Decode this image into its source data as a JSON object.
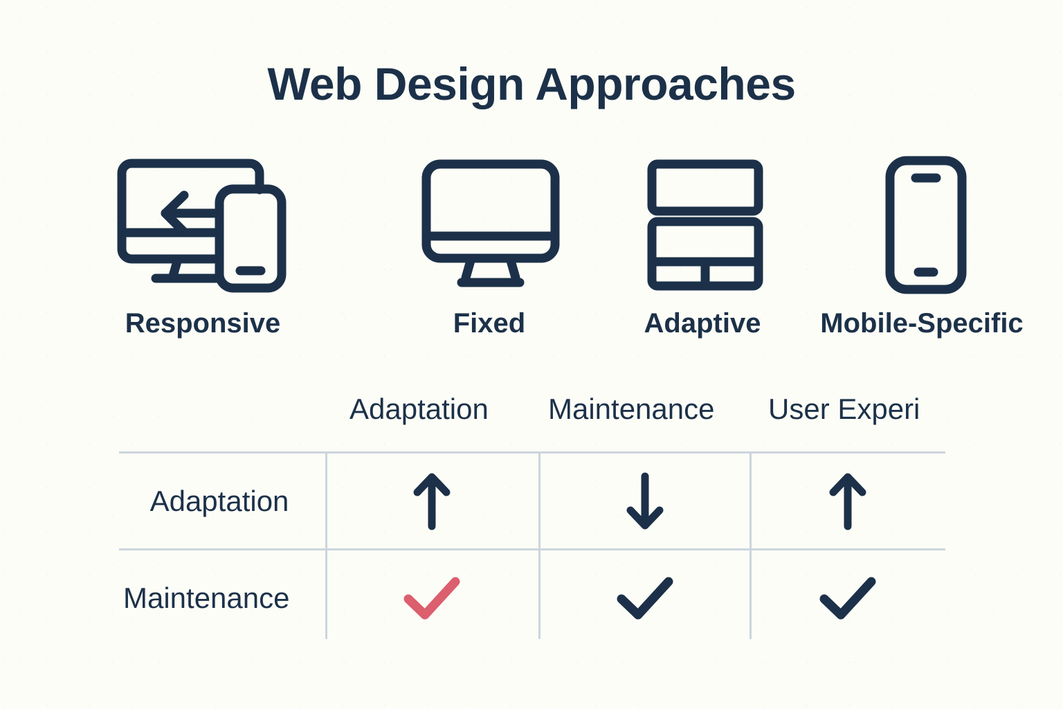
{
  "title": "Web Design Approaches",
  "colors": {
    "ink": "#1c3149",
    "background": "#fdfdf7",
    "grid_line": "#ccd4de",
    "accent_red": "#dc5f6e"
  },
  "approaches": [
    {
      "label": "Responsive",
      "icon": "monitor-arrow-phone-icon"
    },
    {
      "label": "Fixed",
      "icon": "desktop-monitor-icon"
    },
    {
      "label": "Adaptive",
      "icon": "layout-blocks-icon"
    },
    {
      "label": "Mobile-Specific",
      "icon": "smartphone-icon"
    }
  ],
  "matrix": {
    "column_headers": [
      "Adaptation",
      "Maintenance",
      "User Experi"
    ],
    "rows": [
      {
        "label": "Adaptation",
        "cells": [
          {
            "icon": "arrow-up-icon",
            "color": "#1c3149"
          },
          {
            "icon": "arrow-down-icon",
            "color": "#1c3149"
          },
          {
            "icon": "arrow-up-icon",
            "color": "#1c3149"
          }
        ]
      },
      {
        "label": "Maintenance",
        "cells": [
          {
            "icon": "check-icon",
            "color": "#dc5f6e"
          },
          {
            "icon": "check-icon",
            "color": "#1c3149"
          },
          {
            "icon": "check-icon",
            "color": "#1c3149"
          }
        ]
      }
    ]
  }
}
